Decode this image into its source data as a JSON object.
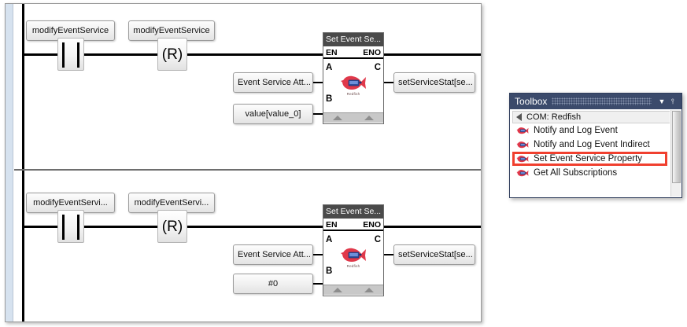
{
  "ladder": {
    "rungs": [
      {
        "id": "rung-1",
        "contact": {
          "label": "modifyEventService",
          "symbol": "contact-no"
        },
        "coil": {
          "label": "modifyEventService",
          "symbol": "(R)"
        },
        "block": {
          "title": "Set Event Se...",
          "en": "EN",
          "eno": "ENO",
          "pin_a": "A",
          "pin_b": "B",
          "pin_c": "C",
          "icon_caption": "Redfish"
        },
        "operand_a": "Event Service Att...",
        "operand_b": "value[value_0]",
        "output_c": "setServiceStat[se..."
      },
      {
        "id": "rung-2",
        "contact": {
          "label": "modifyEventServi...",
          "symbol": "contact-no"
        },
        "coil": {
          "label": "modifyEventServi...",
          "symbol": "(R)"
        },
        "block": {
          "title": "Set Event Se...",
          "en": "EN",
          "eno": "ENO",
          "pin_a": "A",
          "pin_b": "B",
          "pin_c": "C",
          "icon_caption": "Redfish"
        },
        "operand_a": "Event Service Att...",
        "operand_b": "#0",
        "output_c": "setServiceStat[se..."
      }
    ]
  },
  "toolbox": {
    "title": "Toolbox",
    "dropdown_glyph": "▼",
    "pin_glyph": "⫯",
    "group": {
      "label": "COM: Redfish"
    },
    "items": [
      {
        "label": "Notify and Log Event",
        "selected": false
      },
      {
        "label": "Notify and Log Event Indirect",
        "selected": false
      },
      {
        "label": "Set Event Service Property",
        "selected": true
      },
      {
        "label": "Get All Subscriptions",
        "selected": false
      }
    ]
  },
  "colors": {
    "toolbox_header": "#3b4a6b",
    "highlight_box": "#f0402f",
    "block_title_bar": "#4a4a4a",
    "power_rail": "#000000",
    "fish_red": "#e0384a",
    "fish_blue": "#2f4f9e"
  }
}
